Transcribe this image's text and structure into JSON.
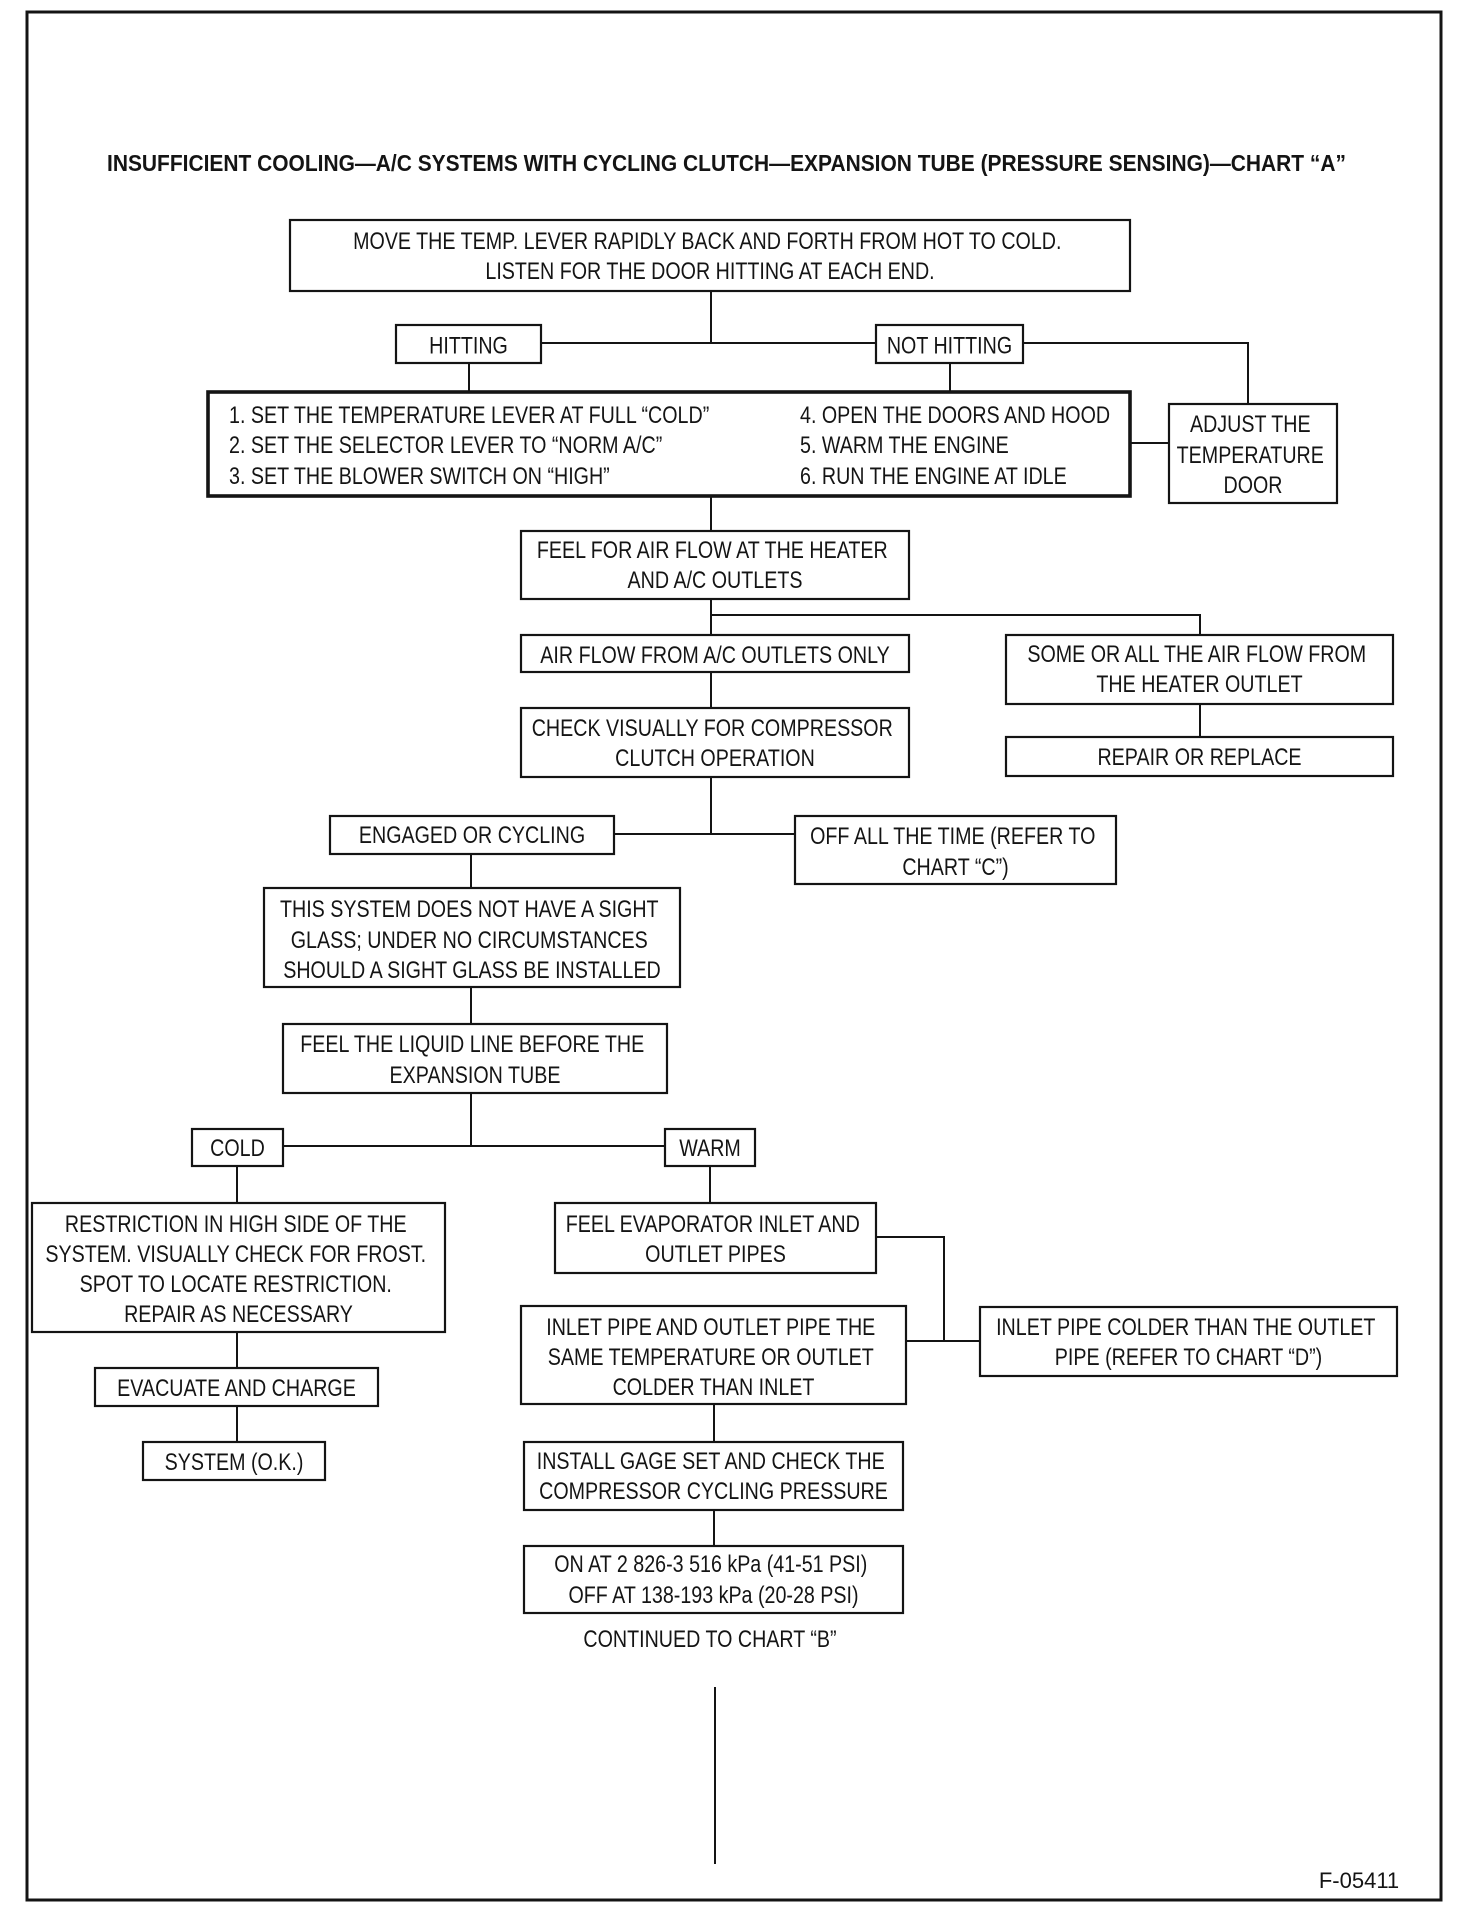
{
  "title": "INSUFFICIENT COOLING—A/C SYSTEMS WITH CYCLING CLUTCH—EXPANSION TUBE (PRESSURE SENSING)—CHART “A”",
  "nodes": {
    "move_temp_lever": [
      "MOVE THE TEMP. LEVER RAPIDLY BACK AND FORTH FROM HOT TO COLD.",
      "LISTEN FOR THE DOOR HITTING AT EACH END."
    ],
    "hitting": [
      "HITTING"
    ],
    "not_hitting": [
      "NOT HITTING"
    ],
    "initial_setup": [
      "1. SET THE TEMPERATURE LEVER AT FULL “COLD”",
      "2. SET THE SELECTOR LEVER TO “NORM A/C”",
      "3. SET THE BLOWER SWITCH ON “HIGH”",
      "4. OPEN THE DOORS AND HOOD",
      "5. WARM THE ENGINE",
      "6. RUN THE ENGINE AT IDLE"
    ],
    "adjust_temperature_door": [
      "ADJUST THE",
      "TEMPERATURE",
      "DOOR"
    ],
    "feel_air_flow": [
      "FEEL FOR AIR FLOW AT THE HEATER",
      "AND A/C OUTLETS"
    ],
    "air_flow_ac_only": [
      "AIR FLOW FROM A/C OUTLETS ONLY"
    ],
    "air_flow_heater": [
      "SOME OR ALL THE AIR FLOW FROM",
      "THE HEATER OUTLET"
    ],
    "check_clutch": [
      "CHECK VISUALLY FOR COMPRESSOR",
      "CLUTCH OPERATION"
    ],
    "repair_or_replace": [
      "REPAIR OR REPLACE"
    ],
    "engaged_or_cycling": [
      "ENGAGED OR CYCLING"
    ],
    "off_all_the_time": [
      "OFF ALL THE TIME (REFER TO",
      "CHART “C”)"
    ],
    "no_sight_glass": [
      "THIS SYSTEM DOES NOT HAVE A SIGHT",
      "GLASS; UNDER NO CIRCUMSTANCES",
      "SHOULD A SIGHT GLASS BE INSTALLED"
    ],
    "feel_liquid_line": [
      "FEEL THE LIQUID LINE BEFORE THE",
      "EXPANSION TUBE"
    ],
    "cold": [
      "COLD"
    ],
    "warm": [
      "WARM"
    ],
    "restriction_high_side": [
      "RESTRICTION IN HIGH SIDE OF THE",
      "SYSTEM. VISUALLY CHECK FOR FROST.",
      "SPOT TO LOCATE RESTRICTION.",
      "REPAIR AS NECESSARY"
    ],
    "feel_evaporator_pipes": [
      "FEEL EVAPORATOR INLET AND",
      "OUTLET PIPES"
    ],
    "pipes_same_temperature": [
      "INLET PIPE AND OUTLET PIPE THE",
      "SAME TEMPERATURE OR OUTLET",
      "COLDER THAN INLET"
    ],
    "inlet_colder": [
      "INLET PIPE COLDER THAN THE OUTLET",
      "PIPE (REFER TO CHART “D”)"
    ],
    "evacuate_and_charge": [
      "EVACUATE AND CHARGE"
    ],
    "system_ok": [
      "SYSTEM (O.K.)"
    ],
    "install_gage_set": [
      "INSTALL GAGE SET AND CHECK THE",
      "COMPRESSOR CYCLING PRESSURE"
    ],
    "cycling_pressure": [
      "ON AT 2 826-3 516 kPa (41-51 PSI)",
      "OFF AT 138-193 kPa (20-28 PSI)"
    ]
  },
  "continued": "CONTINUED TO CHART “B”",
  "figure_id": "F-05411"
}
